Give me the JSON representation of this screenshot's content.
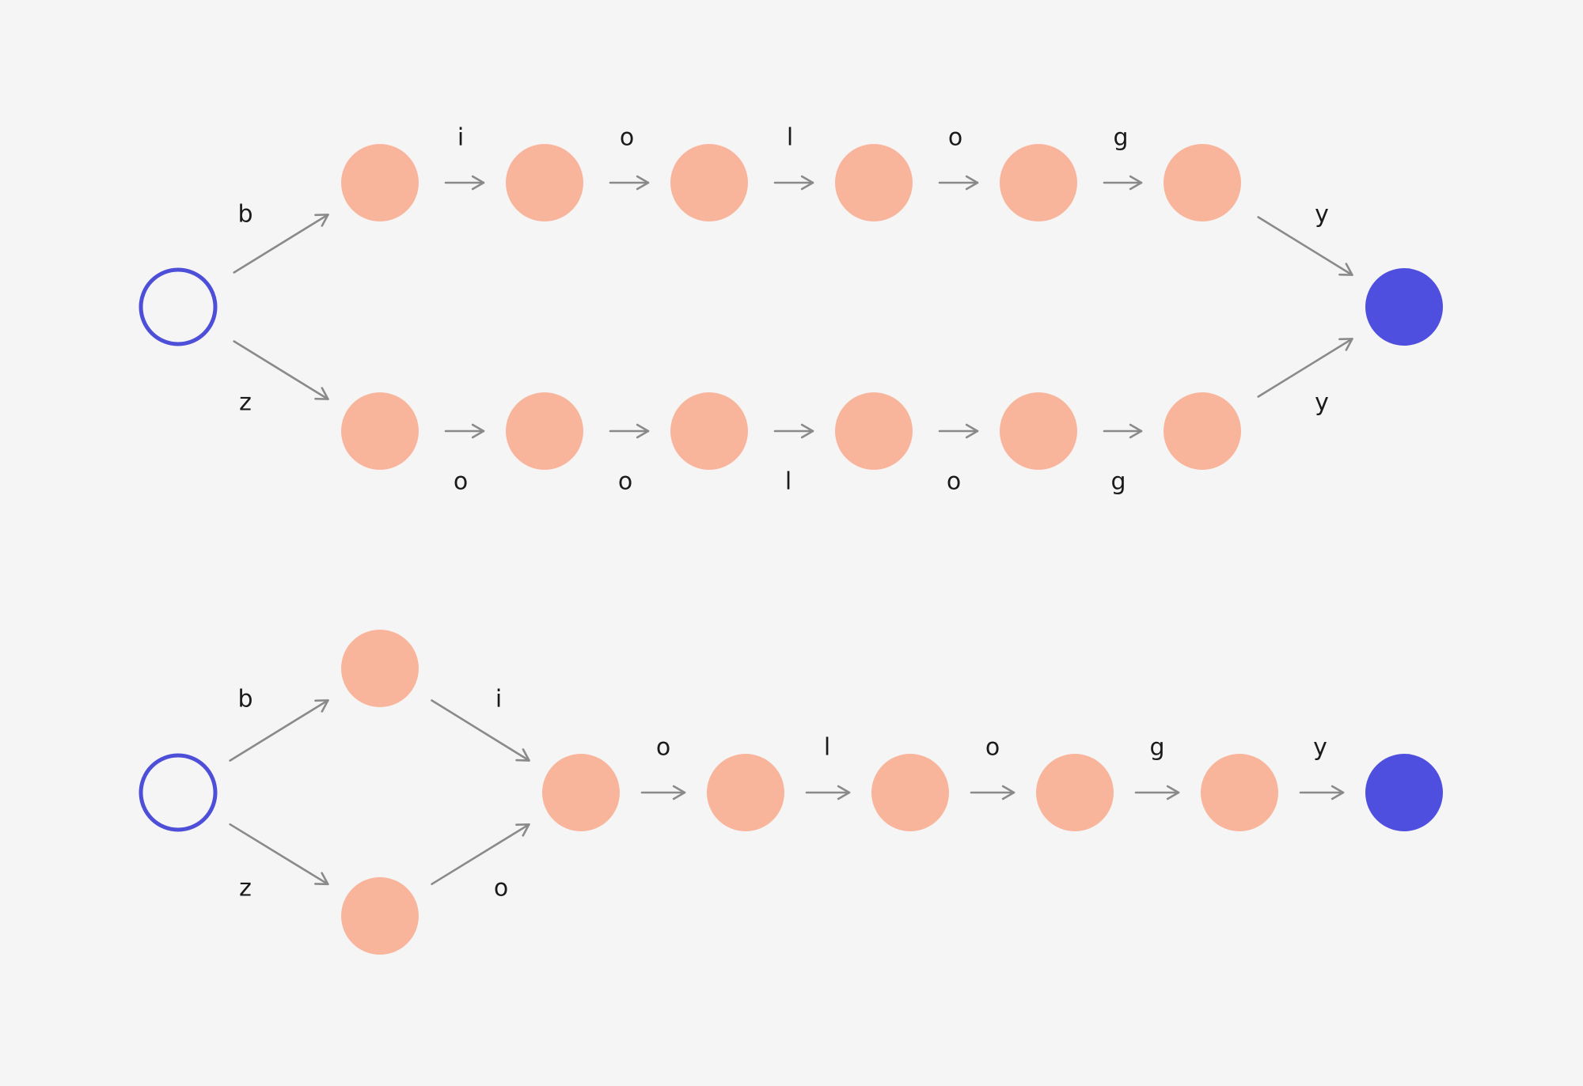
{
  "colors": {
    "background": "#f5f5f5",
    "state": "#f9b59b",
    "start_state_stroke": "#4e4fd9",
    "accept_state": "#4f4fdf",
    "arrow": "#8a8a8a",
    "label": "#1a1a1a"
  },
  "automata": [
    {
      "states": [
        {
          "id": "s0",
          "kind": "start"
        },
        {
          "id": "b1",
          "kind": "normal"
        },
        {
          "id": "b2",
          "kind": "normal"
        },
        {
          "id": "b3",
          "kind": "normal"
        },
        {
          "id": "b4",
          "kind": "normal"
        },
        {
          "id": "b5",
          "kind": "normal"
        },
        {
          "id": "b6",
          "kind": "normal"
        },
        {
          "id": "z1",
          "kind": "normal"
        },
        {
          "id": "z2",
          "kind": "normal"
        },
        {
          "id": "z3",
          "kind": "normal"
        },
        {
          "id": "z4",
          "kind": "normal"
        },
        {
          "id": "z5",
          "kind": "normal"
        },
        {
          "id": "z6",
          "kind": "normal"
        },
        {
          "id": "acc",
          "kind": "accept"
        }
      ],
      "transitions": [
        {
          "from": "s0",
          "to": "b1",
          "label": "b"
        },
        {
          "from": "b1",
          "to": "b2",
          "label": "i"
        },
        {
          "from": "b2",
          "to": "b3",
          "label": "o"
        },
        {
          "from": "b3",
          "to": "b4",
          "label": "l"
        },
        {
          "from": "b4",
          "to": "b5",
          "label": "o"
        },
        {
          "from": "b5",
          "to": "b6",
          "label": "g"
        },
        {
          "from": "b6",
          "to": "acc",
          "label": "y"
        },
        {
          "from": "s0",
          "to": "z1",
          "label": "z"
        },
        {
          "from": "z1",
          "to": "z2",
          "label": "o"
        },
        {
          "from": "z2",
          "to": "z3",
          "label": "o"
        },
        {
          "from": "z3",
          "to": "z4",
          "label": "l"
        },
        {
          "from": "z4",
          "to": "z5",
          "label": "o"
        },
        {
          "from": "z5",
          "to": "z6",
          "label": "g"
        },
        {
          "from": "z6",
          "to": "acc",
          "label": "y"
        }
      ]
    },
    {
      "states": [
        {
          "id": "t0",
          "kind": "start"
        },
        {
          "id": "tb",
          "kind": "normal"
        },
        {
          "id": "tz",
          "kind": "normal"
        },
        {
          "id": "m1",
          "kind": "normal"
        },
        {
          "id": "m2",
          "kind": "normal"
        },
        {
          "id": "m3",
          "kind": "normal"
        },
        {
          "id": "m4",
          "kind": "normal"
        },
        {
          "id": "m5",
          "kind": "normal"
        },
        {
          "id": "tacc",
          "kind": "accept"
        }
      ],
      "transitions": [
        {
          "from": "t0",
          "to": "tb",
          "label": "b"
        },
        {
          "from": "t0",
          "to": "tz",
          "label": "z"
        },
        {
          "from": "tb",
          "to": "m1",
          "label": "i"
        },
        {
          "from": "tz",
          "to": "m1",
          "label": "o"
        },
        {
          "from": "m1",
          "to": "m2",
          "label": "o"
        },
        {
          "from": "m2",
          "to": "m3",
          "label": "l"
        },
        {
          "from": "m3",
          "to": "m4",
          "label": "o"
        },
        {
          "from": "m4",
          "to": "m5",
          "label": "g"
        },
        {
          "from": "m5",
          "to": "tacc",
          "label": "y"
        }
      ]
    }
  ]
}
